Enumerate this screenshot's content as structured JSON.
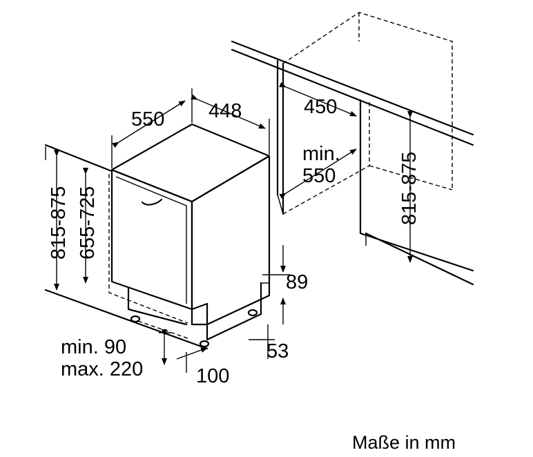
{
  "dimensions": {
    "depth": "550",
    "width": "448",
    "niche_width": "450",
    "niche_depth_line1": "min.",
    "niche_depth_line2": "550",
    "niche_height": "815-875",
    "height_total": "815-875",
    "front_height": "655-725",
    "toe_height": "89",
    "foot_offset": "53",
    "plinth_depth": "100",
    "plinth_gap_line1": "min. 90",
    "plinth_gap_line2": "max. 220"
  },
  "caption": "Maße in mm"
}
